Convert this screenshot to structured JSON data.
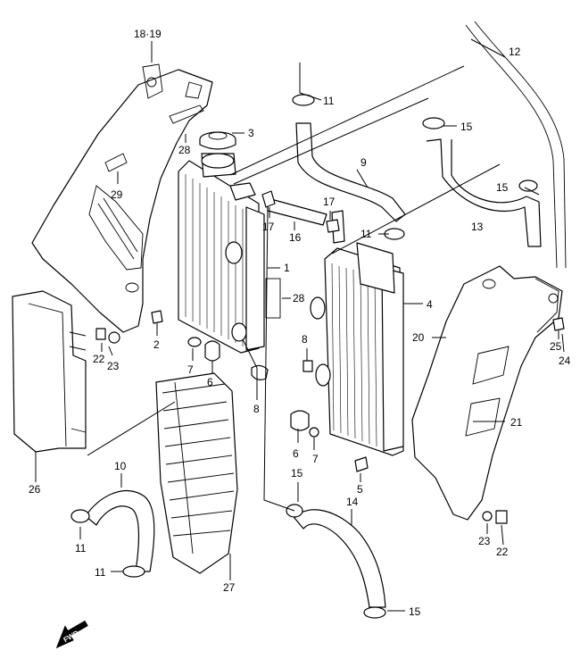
{
  "callouts": [
    {
      "id": "c1819",
      "text": "18·19"
    },
    {
      "id": "c12",
      "text": "12"
    },
    {
      "id": "c11a",
      "text": "11"
    },
    {
      "id": "c3",
      "text": "3"
    },
    {
      "id": "c15a",
      "text": "15"
    },
    {
      "id": "c28a",
      "text": "28"
    },
    {
      "id": "c9",
      "text": "9"
    },
    {
      "id": "c29",
      "text": "29"
    },
    {
      "id": "c15b",
      "text": "15"
    },
    {
      "id": "c17a",
      "text": "17"
    },
    {
      "id": "c17b",
      "text": "17"
    },
    {
      "id": "c16",
      "text": "16"
    },
    {
      "id": "c11b",
      "text": "11"
    },
    {
      "id": "c13",
      "text": "13"
    },
    {
      "id": "c1",
      "text": "1"
    },
    {
      "id": "c28b",
      "text": "28"
    },
    {
      "id": "c4",
      "text": "4"
    },
    {
      "id": "c20",
      "text": "20"
    },
    {
      "id": "c2",
      "text": "2"
    },
    {
      "id": "c22a",
      "text": "22"
    },
    {
      "id": "c23a",
      "text": "23"
    },
    {
      "id": "c8a",
      "text": "8"
    },
    {
      "id": "c7a",
      "text": "7"
    },
    {
      "id": "c6a",
      "text": "6"
    },
    {
      "id": "c8b",
      "text": "8"
    },
    {
      "id": "c25",
      "text": "25"
    },
    {
      "id": "c24",
      "text": "24"
    },
    {
      "id": "c21",
      "text": "21"
    },
    {
      "id": "c26",
      "text": "26"
    },
    {
      "id": "c10",
      "text": "10"
    },
    {
      "id": "c6b",
      "text": "6"
    },
    {
      "id": "c7b",
      "text": "7"
    },
    {
      "id": "c15c",
      "text": "15"
    },
    {
      "id": "c5",
      "text": "5"
    },
    {
      "id": "c14",
      "text": "14"
    },
    {
      "id": "c11c",
      "text": "11"
    },
    {
      "id": "c11d",
      "text": "11"
    },
    {
      "id": "c27",
      "text": "27"
    },
    {
      "id": "c23b",
      "text": "23"
    },
    {
      "id": "c22b",
      "text": "22"
    },
    {
      "id": "c15d",
      "text": "15"
    }
  ],
  "fwd_label": "FWD"
}
